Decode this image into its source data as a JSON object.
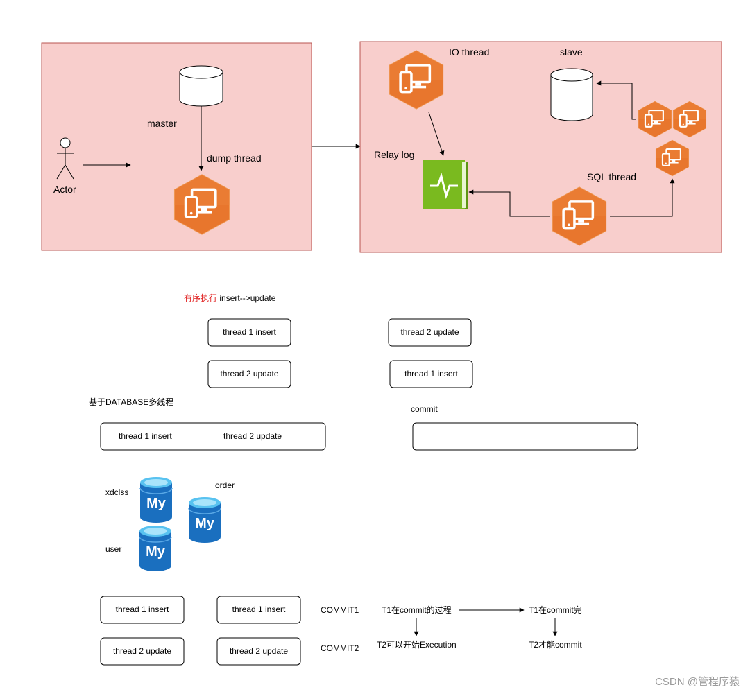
{
  "top": {
    "master_label": "master",
    "dump_thread_label": "dump thread",
    "actor_label": "Actor",
    "io_thread_label": "IO thread",
    "slave_label": "slave",
    "relay_log_label": "Relay log",
    "sql_thread_label": "SQL thread"
  },
  "ordered": {
    "title_cn": "有序执行",
    "title_rest": " insert-->update",
    "left": [
      "thread 1  insert",
      "thread 2  update"
    ],
    "right": [
      "thread 2  update",
      "thread 1  insert"
    ]
  },
  "database_mt": {
    "title": "基于DATABASE多线程",
    "box_left": [
      "thread 1  insert",
      "thread 2  update"
    ],
    "commit_label": "commit"
  },
  "databases": [
    {
      "name": "xdclss",
      "logo": "My"
    },
    {
      "name": "order",
      "logo": "My"
    },
    {
      "name": "user",
      "logo": "My"
    }
  ],
  "group_commit": {
    "col1": [
      "thread 1  insert",
      "thread 2  update"
    ],
    "col2": [
      "thread 1  insert",
      "thread 2  update"
    ],
    "commit1": "COMMIT1",
    "commit2": "COMMIT2",
    "t1_process": "T1在commit的过程",
    "t1_done": "T1在commit完",
    "t2_exec": "T2可以开始Execution",
    "t2_commit": "T2才能commit"
  },
  "watermark": "CSDN @管程序猿",
  "colors": {
    "panel_fill": "#f8cecc",
    "panel_stroke": "#b85450",
    "hex_orange": "#e8762d",
    "book_green": "#7aba1f",
    "mysql_blue": "#1a6fbf",
    "red_text": "#e02020"
  }
}
